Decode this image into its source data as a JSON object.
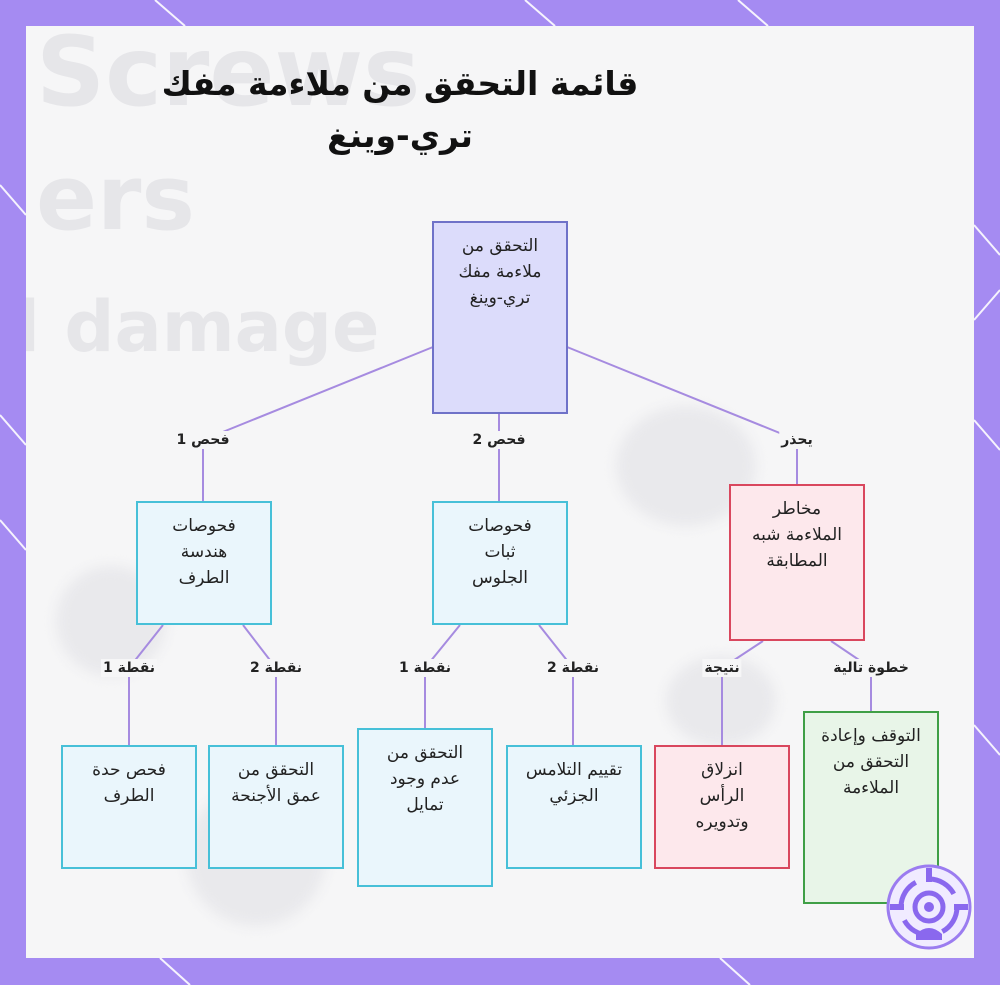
{
  "title": {
    "line1": "قائمة التحقق من ملاءمة مفك",
    "line2": "تري-وينغ"
  },
  "background_text": {
    "word1": "Screws",
    "word2": "ers",
    "word3": "l damage"
  },
  "colors": {
    "frame": "#a58bf2",
    "edge": "#a68be0",
    "blue_fill": "#dcdcfb",
    "cyan_fill": "#eaf6fc",
    "red_fill": "#fde8ec",
    "green_fill": "#e8f5e8"
  },
  "nodes": {
    "root": "التحقق من ملاءمة مفك تري-وينغ",
    "geometry": "فحوصات هندسة الطرف",
    "stability": "فحوصات ثبات الجلوس",
    "risks": "مخاطر الملاءمة شبه المطابقة",
    "tip": "فحص حدة الطرف",
    "wings": "التحقق من عمق الأجنحة",
    "rocking": "التحقق من عدم وجود تمايل",
    "contact": "تقييم التلامس الجزئي",
    "slip": "انزلاق الرأس وتدويره",
    "stop": "التوقف وإعادة التحقق من الملاءمة"
  },
  "edge_labels": {
    "check1": "فحص 1",
    "check2": "فحص 2",
    "beware": "يحذر",
    "point1_a": "نقطة 1",
    "point2_a": "نقطة 2",
    "point1_b": "نقطة 1",
    "point2_b": "نقطة 2",
    "result": "نتيجة",
    "next_step": "خطوة تالية"
  },
  "logo_icon": "target-icon"
}
